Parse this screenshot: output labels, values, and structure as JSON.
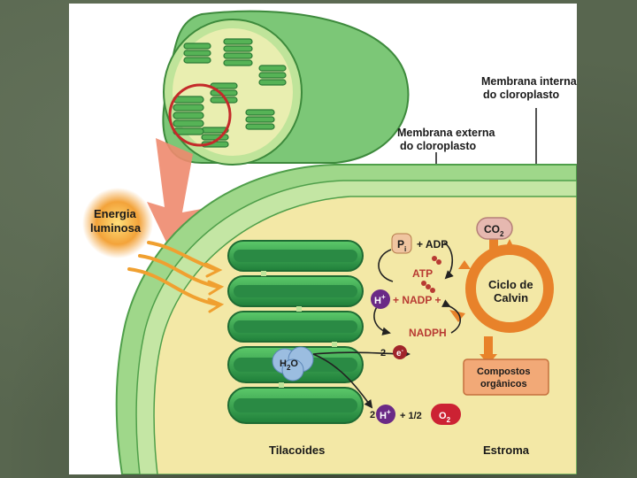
{
  "labels": {
    "inner_membrane_line1": "Membrana interna",
    "inner_membrane_line2": "do cloroplasto",
    "outer_membrane_line1": "Membrana externa",
    "outer_membrane_line2": "do cloroplasto",
    "light_line1": "Energia",
    "light_line2": "luminosa",
    "thylakoids": "Tilacoides",
    "stroma": "Estroma",
    "calvin_line1": "Ciclo de",
    "calvin_line2": "Calvin",
    "co2": "CO",
    "co2_sub": "2",
    "organic_line1": "Compostos",
    "organic_line2": "orgânicos",
    "pi": "P",
    "pi_sub": "i",
    "adp": "+ ADP",
    "atp": "ATP",
    "h_plus": "H",
    "h_plus_sup": "+",
    "nadp": "+ NADP +",
    "nadph": "NADPH",
    "water": "H",
    "water_sub": "2",
    "water_o": "O",
    "electrons_coef": "2",
    "electron": "e",
    "electron_sup": "-",
    "protons_coef": "2",
    "half_oxygen": "+ 1/2",
    "o2": "O",
    "o2_sub": "2"
  },
  "colors": {
    "membrane": "#8fcf7a",
    "stroma": "#f3e8a6",
    "thylakoid": "#2e9a4a",
    "cycle": "#e8822a",
    "light": "#f0a030",
    "proton": "#6a2a86",
    "oxygen": "#cc2233",
    "water": "#9bbde0",
    "co2": "#e6b8b0"
  }
}
